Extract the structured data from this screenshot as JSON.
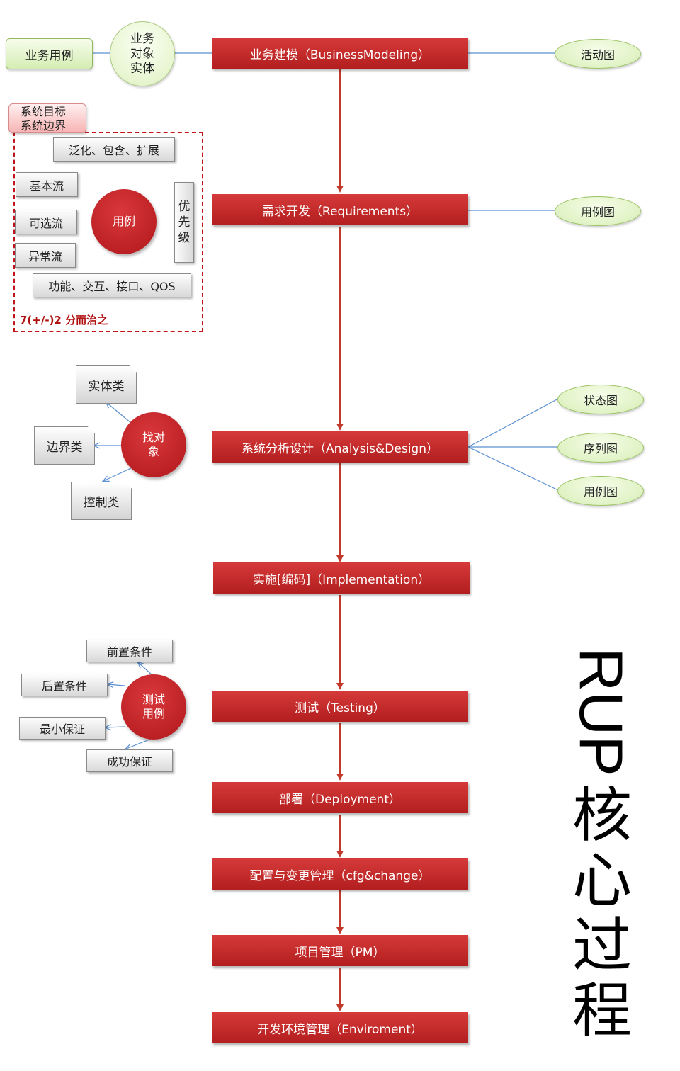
{
  "title": {
    "rotated": "RUP",
    "chars": [
      "核",
      "心",
      "过",
      "程"
    ]
  },
  "stages": [
    "业务建模（BusinessModeling）",
    "需求开发（Requirements）",
    "系统分析设计（Analysis&Design）",
    "实施[编码]（Implementation）",
    "测试（Testing）",
    "部署（Deployment）",
    "配置与变更管理（cfg&change）",
    "项目管理（PM）",
    "开发环境管理（Enviroment）"
  ],
  "diagrams": {
    "business": "活动图",
    "requirements": "用例图",
    "analysis_state": "状态图",
    "analysis_sequence": "序列图",
    "analysis_usecase": "用例图"
  },
  "business": {
    "usecase_box": "业务用例",
    "entity": [
      "业务",
      "对象",
      "实体"
    ]
  },
  "requirements_panel": {
    "pink_lines": [
      "系统目标",
      "系统边界"
    ],
    "generalize": "泛化、包含、扩展",
    "basic_flow": "基本流",
    "alt_flow": "可选流",
    "exception_flow": "异常流",
    "usecase": "用例",
    "priority_chars": [
      "优",
      "先",
      "级"
    ],
    "nfr": "功能、交互、接口、QOS",
    "divide": "7(+/-)2 分而治之"
  },
  "analysis_panel": {
    "center": [
      "找对",
      "象"
    ],
    "entity_class": "实体类",
    "boundary_class": "边界类",
    "control_class": "控制类"
  },
  "testing_panel": {
    "center": [
      "测试",
      "用例"
    ],
    "pre": "前置条件",
    "post": "后置条件",
    "min_guarantee": "最小保证",
    "success_guarantee": "成功保证"
  }
}
